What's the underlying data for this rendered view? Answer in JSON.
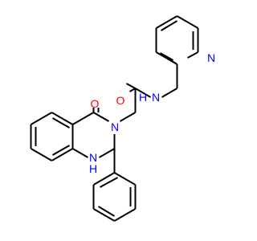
{
  "structure": {
    "atoms": {
      "carbonyl_oxygen": {
        "symbol": "O",
        "color": "#ff0000"
      },
      "ring_nitrogen_3": {
        "symbol": "N",
        "color": "#0000ff"
      },
      "amide_nitrogen": {
        "symbol": "N",
        "color": "#0000ff"
      },
      "amide_hydrogen": {
        "symbol": "H",
        "color": "#0000ff"
      },
      "amide_oxygen": {
        "symbol": "O",
        "color": "#ff0000"
      },
      "ring_nitrogen_1": {
        "symbol": "N",
        "color": "#0000ff"
      },
      "ring_hydrogen_1": {
        "symbol": "H",
        "color": "#0000ff"
      },
      "pyridine_nitrogen": {
        "symbol": "N",
        "color": "#0000ff"
      }
    },
    "bond_color": "#000000"
  }
}
